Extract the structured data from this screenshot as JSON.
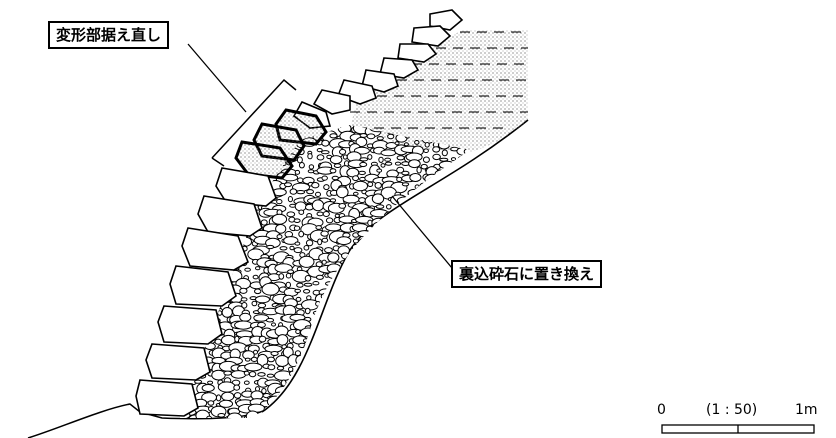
{
  "labels": {
    "top": "変形部据え直し",
    "right": "裏込砕石に置き換え"
  },
  "scale": {
    "zero": "0",
    "ratio": "(1 : 50)",
    "max": "1m"
  },
  "colors": {
    "ink": "#000000",
    "fill": "#e6e6e6"
  }
}
